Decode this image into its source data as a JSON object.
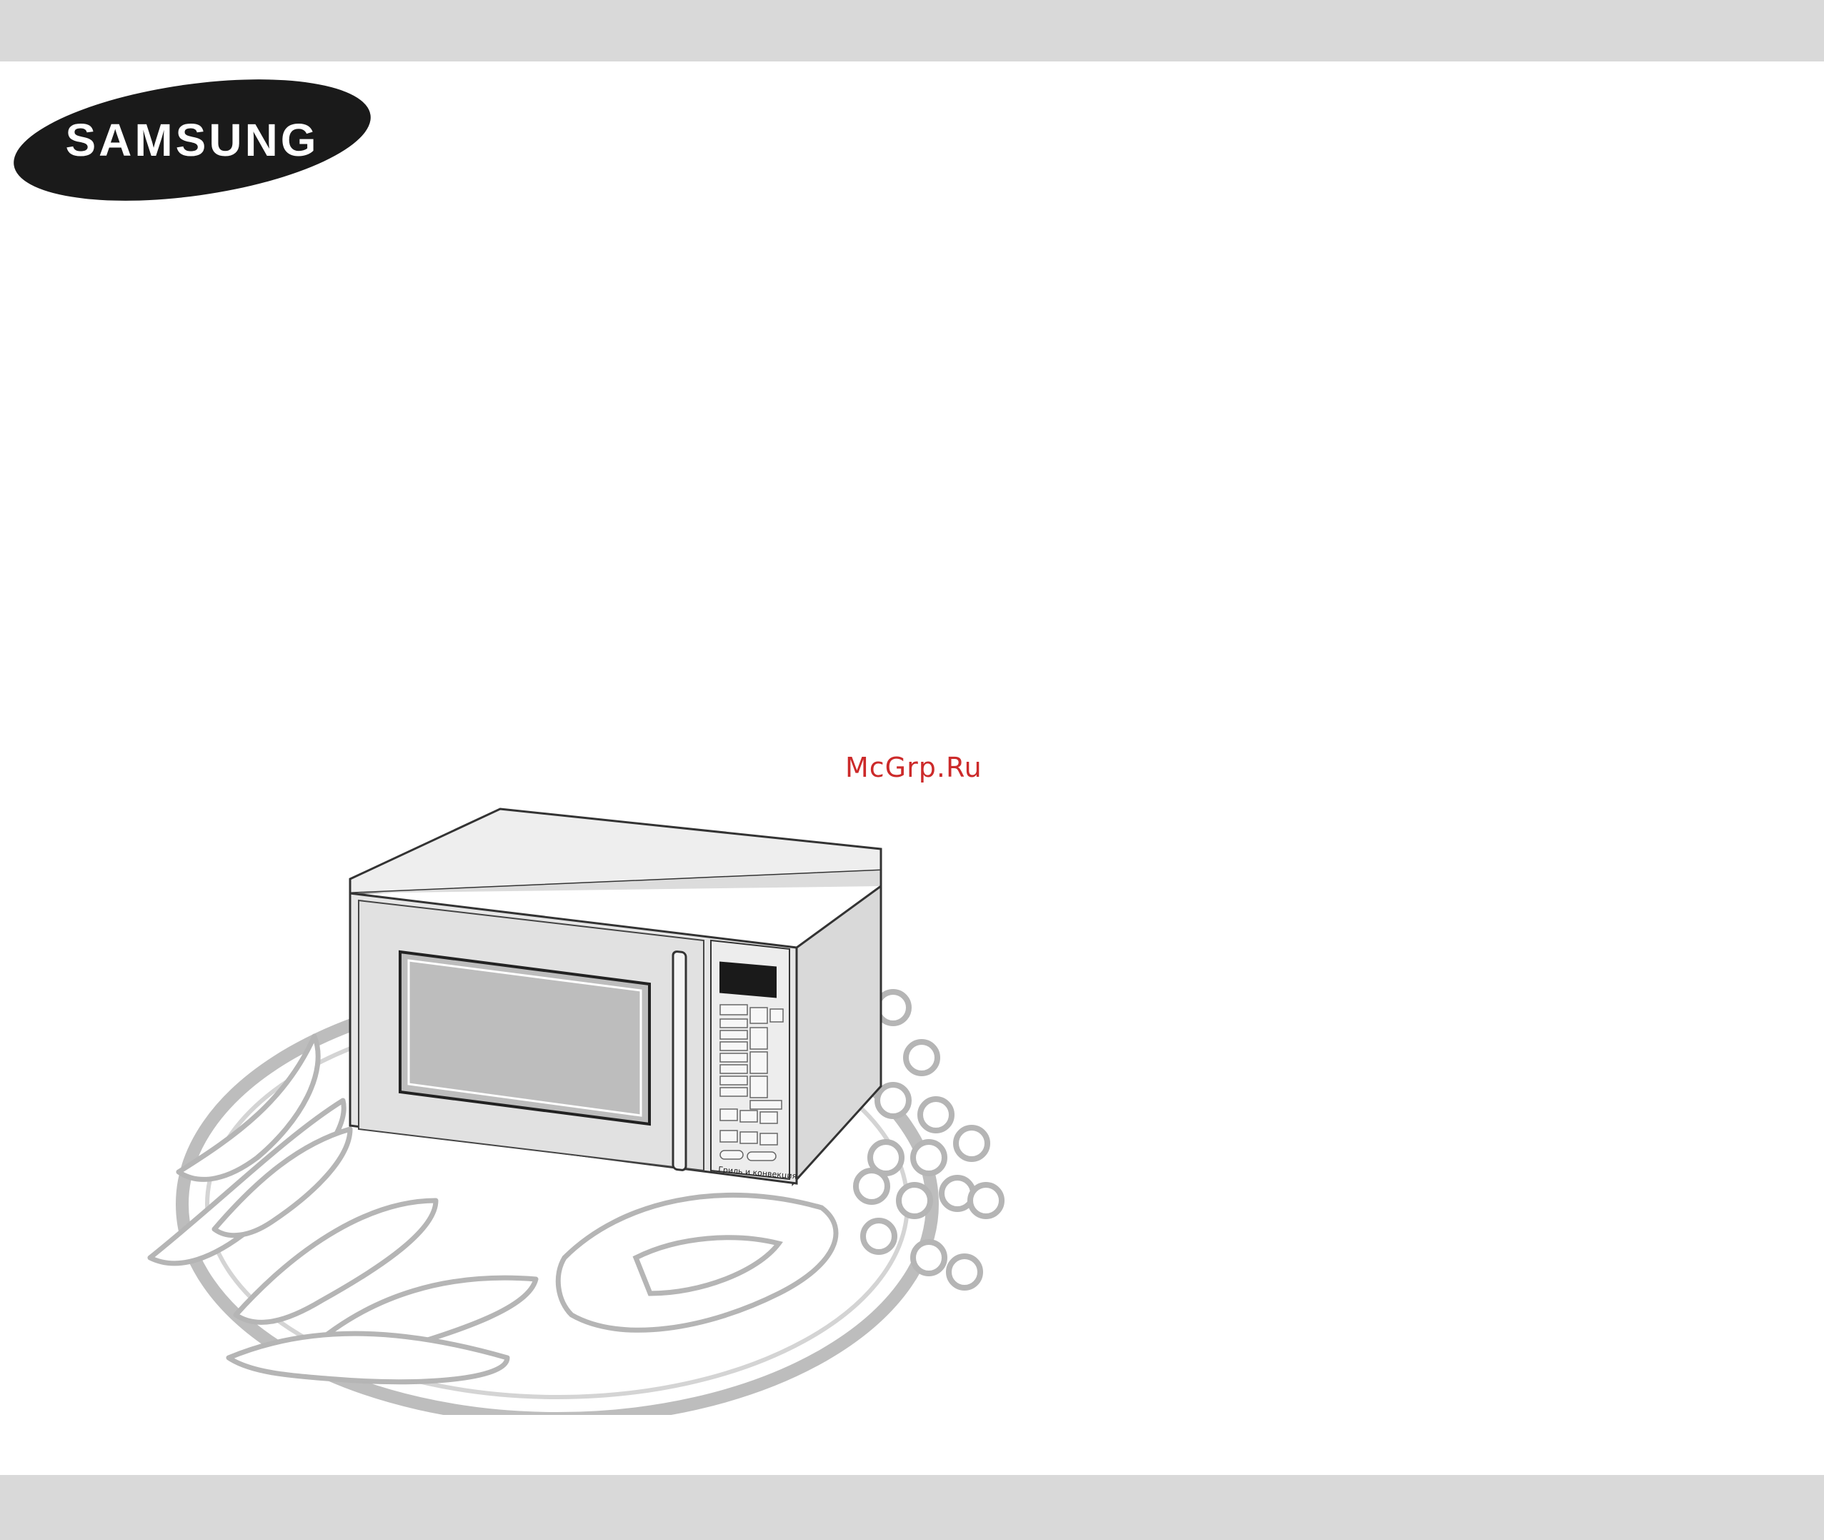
{
  "brand": {
    "name": "SAMSUNG"
  },
  "watermark": {
    "text": "McGrp.Ru"
  },
  "oven": {
    "panel_label": "Гриль и конвекция"
  },
  "illustration": {
    "subject": "microwave-oven-with-food-plate"
  },
  "colors": {
    "band": "#d9d9d9",
    "logo_fill": "#1a1a1a",
    "watermark": "#cc2a2a",
    "plate_line": "#bdbdbd"
  }
}
